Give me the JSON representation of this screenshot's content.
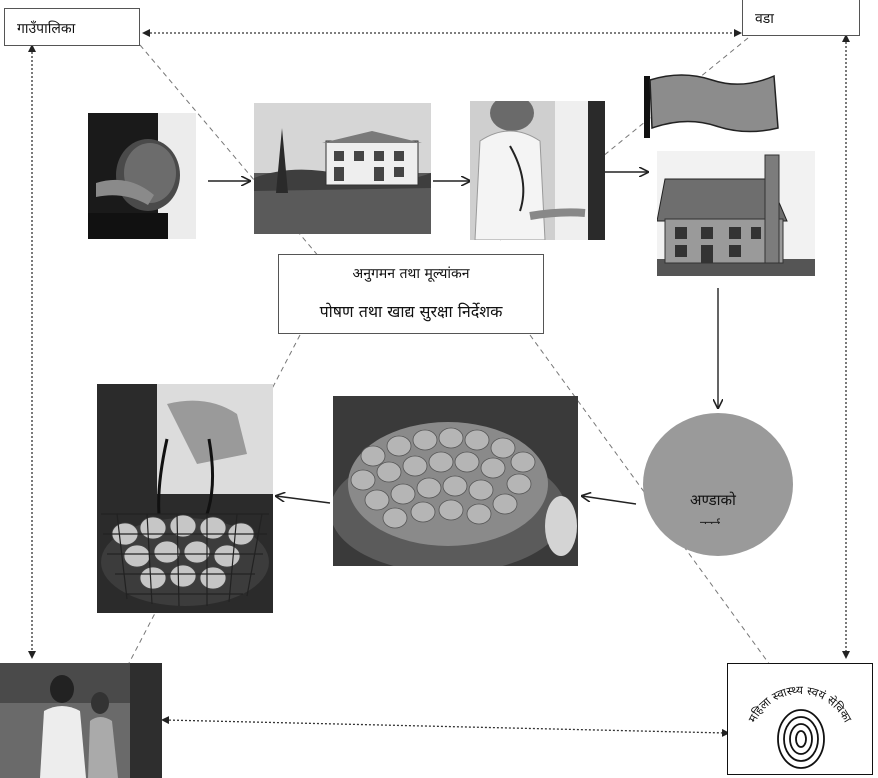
{
  "nodes": {
    "gaunpalika": "गाउँपालिका",
    "wada": "वडा",
    "center_line1": "अनुगमन तथा मूल्यांकन",
    "center_line2": "पोषण तथा खाद्य सुरक्षा निर्देशक",
    "anda_line1": "अण्डाको",
    "anda_line2": "कार्ड",
    "mahila_label": "महिला स्वास्थ्य स्वयं सेविका"
  },
  "icons": {
    "pregnant": "pregnant-woman-icon",
    "health_post": "health-post-icon",
    "doctor": "doctor-icon",
    "flag": "flag-icon",
    "house": "house-icon",
    "eggs_bowl": "eggs-bowl-icon",
    "egg_basket": "egg-basket-icon",
    "nurse": "nurse-icon",
    "circle_logo": "concentric-circles-icon"
  },
  "colors": {
    "anda_circle": "#9a9a9a",
    "flag": "#8c8c8c",
    "arrow": "#222222",
    "dash": "#777777"
  }
}
